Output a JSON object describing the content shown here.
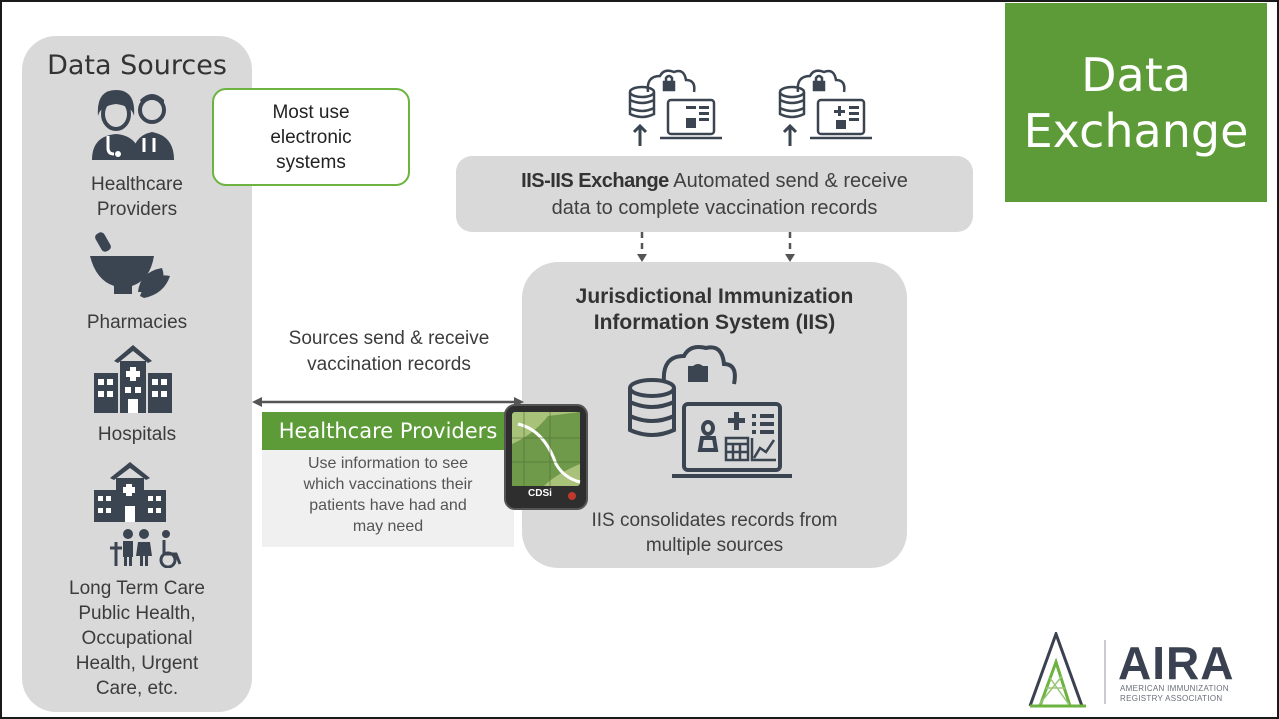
{
  "title": {
    "line1": "Data",
    "line2": "Exchange"
  },
  "sources": {
    "heading": "Data Sources",
    "items": [
      {
        "label_lines": [
          "Healthcare",
          "Providers"
        ],
        "icon": "healthcare-providers-icon"
      },
      {
        "label_lines": [
          "Pharmacies"
        ],
        "icon": "pharmacy-icon"
      },
      {
        "label_lines": [
          "Hospitals"
        ],
        "icon": "hospital-icon"
      },
      {
        "label_lines": [
          "Long Term Care",
          "Public Health,",
          "Occupational",
          "Health, Urgent",
          "Care, etc."
        ],
        "icon": "long-term-care-icon"
      }
    ]
  },
  "callout": {
    "lines": [
      "Most use",
      "electronic",
      "systems"
    ]
  },
  "exchange": {
    "bold": "IIS-IIS Exchange",
    "line1_rest": " Automated send & receive",
    "line2": "data to complete vaccination records"
  },
  "iis": {
    "title_lines": [
      "Jurisdictional Immunization",
      "Information System (IIS)"
    ],
    "footer_lines": [
      "IIS consolidates records from",
      "multiple sources"
    ]
  },
  "middle": {
    "lines": [
      "Sources send & receive",
      "vaccination records"
    ]
  },
  "providers_panel": {
    "banner": "Healthcare Providers",
    "lines": [
      "Use information to see",
      "which vaccinations their",
      "patients have had and",
      "may need"
    ]
  },
  "device": {
    "label": "CDSi"
  },
  "logo": {
    "name": "AIRA",
    "sub_lines": [
      "AMERICAN IMMUNIZATION",
      "REGISTRY ASSOCIATION"
    ]
  },
  "colors": {
    "accent_green": "#5d9b38",
    "panel_gray": "#d9d9d9",
    "icon_dark": "#3b4451"
  }
}
